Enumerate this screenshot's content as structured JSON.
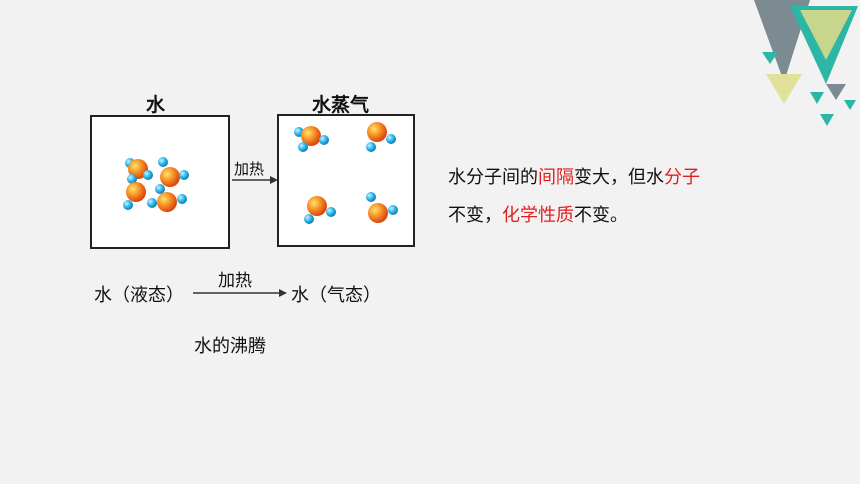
{
  "diagram": {
    "left_title": "水",
    "right_title": "水蒸气",
    "arrow_label": "加热"
  },
  "equation": {
    "left": "水（液态）",
    "arrow_label": "加热",
    "right": "水（气态）"
  },
  "caption": "水的沸腾",
  "explanation": {
    "line1": [
      "水分子间的",
      "间隔",
      "变大，但水",
      "分子"
    ],
    "line2": [
      "不变，",
      "化学性质",
      "不变。"
    ]
  },
  "colors": {
    "highlight": "#e02020",
    "oxygen_atom": "#f07a1e",
    "hydrogen_atom": "#2ab3e6",
    "deco_teal": "#2bb6a6",
    "deco_yellow": "#d9d98b",
    "deco_gray": "#7c8a91"
  }
}
